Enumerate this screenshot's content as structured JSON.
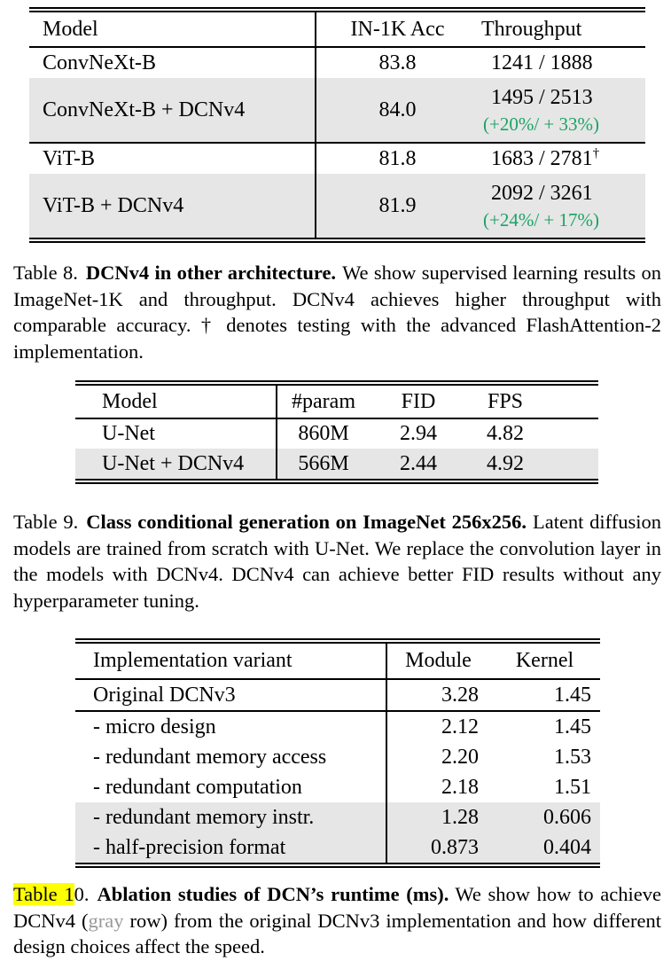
{
  "colors": {
    "green": "#1aa365",
    "row_gray": "#e6e6e6",
    "highlight": "#ffff00",
    "muted_gray": "#999999"
  },
  "table8": {
    "headers": {
      "model": "Model",
      "acc": "IN-1K Acc",
      "throughput": "Throughput"
    },
    "rows": [
      {
        "model": "ConvNeXt-B",
        "acc": "83.8",
        "tp": "1241 / 1888",
        "gain": ""
      },
      {
        "model": "ConvNeXt-B + DCNv4",
        "acc": "84.0",
        "tp": "1495 / 2513",
        "gain": "(+20%/ + 33%)"
      },
      {
        "model": "ViT-B",
        "acc": "81.8",
        "tp": "1683 / 2781",
        "dagger": "†",
        "gain": ""
      },
      {
        "model": "ViT-B + DCNv4",
        "acc": "81.9",
        "tp": "2092 / 3261",
        "gain": "(+24%/ + 17%)"
      }
    ]
  },
  "caption8": {
    "label": "Table 8.",
    "title": "DCNv4 in other architecture.",
    "body": "We show supervised learning results on ImageNet-1K and throughput. DCNv4 achieves higher throughput with comparable accuracy. † denotes testing with the advanced FlashAttention-2 implementation."
  },
  "table9": {
    "headers": {
      "model": "Model",
      "param": "#param",
      "fid": "FID",
      "fps": "FPS"
    },
    "rows": [
      {
        "model": "U-Net",
        "param": "860M",
        "fid": "2.94",
        "fps": "4.82"
      },
      {
        "model": "U-Net + DCNv4",
        "param": "566M",
        "fid": "2.44",
        "fps": "4.92"
      }
    ]
  },
  "caption9": {
    "label": "Table 9.",
    "title": "Class conditional generation on ImageNet 256x256.",
    "body": "Latent diffusion models are trained from scratch with U-Net. We replace the convolution layer in the models with DCNv4. DCNv4 can achieve better FID results without any hyperparameter tuning."
  },
  "table10": {
    "headers": {
      "variant": "Implementation variant",
      "module": "Module",
      "kernel": "Kernel"
    },
    "rows": [
      {
        "variant": "Original DCNv3",
        "module": "3.28",
        "kernel": "1.45"
      },
      {
        "variant": "- micro design",
        "module": "2.12",
        "kernel": "1.45"
      },
      {
        "variant": "- redundant memory access",
        "module": "2.20",
        "kernel": "1.53"
      },
      {
        "variant": "- redundant computation",
        "module": "2.18",
        "kernel": "1.51"
      },
      {
        "variant": "- redundant memory instr.",
        "module": "1.28",
        "kernel": "0.606"
      },
      {
        "variant": "- half-precision format",
        "module": "0.873",
        "kernel": "0.404"
      }
    ]
  },
  "caption10": {
    "label_highlight": "Table 1",
    "label_rest": "0.",
    "title": "Ablation studies of DCN’s runtime (ms).",
    "body_pre": "We show how to achieve DCNv4 (",
    "body_gray": "gray",
    "body_post": " row) from the original DCNv3 implementation and how different design choices affect the speed."
  }
}
